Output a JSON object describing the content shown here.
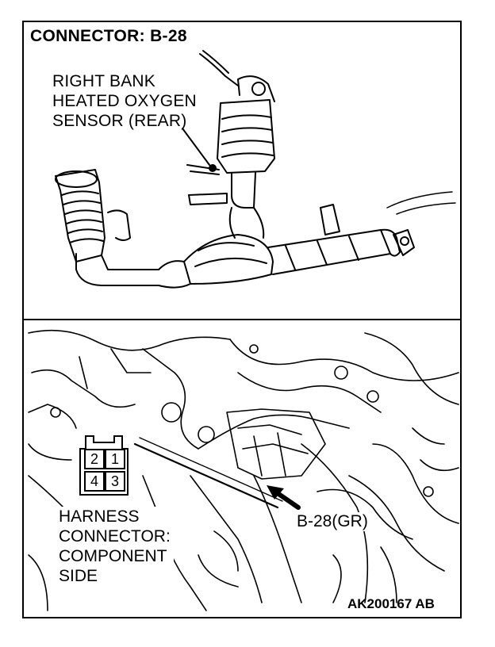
{
  "title": "CONNECTOR: B-28",
  "callout": {
    "line1": "RIGHT BANK",
    "line2": "HEATED OXYGEN",
    "line3": "SENSOR (REAR)"
  },
  "harness": {
    "line1": "HARNESS",
    "line2": "CONNECTOR:",
    "line3": "COMPONENT",
    "line4": "SIDE"
  },
  "connector_pins": {
    "top_left": "2",
    "top_right": "1",
    "bottom_left": "4",
    "bottom_right": "3"
  },
  "connector_label": "B-28(GR)",
  "figure_code": "AK200167 AB"
}
